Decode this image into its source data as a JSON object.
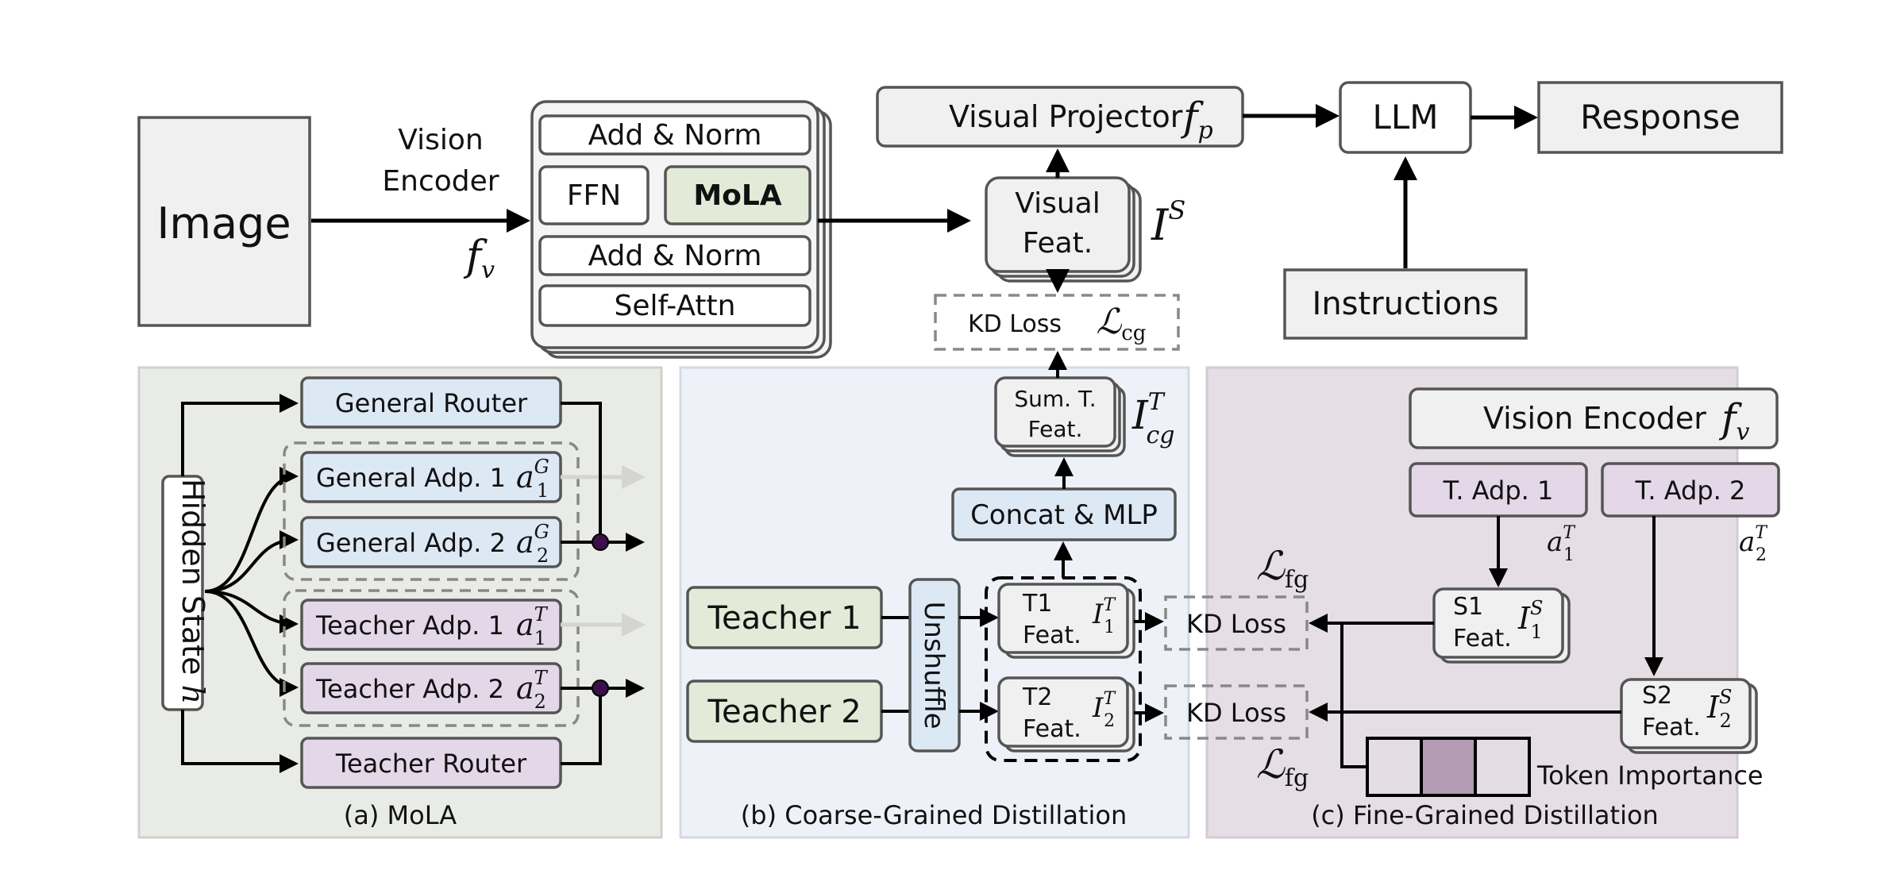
{
  "top": {
    "image": "Image",
    "vision_encoder": [
      "Vision",
      "Encoder"
    ],
    "fv": "f",
    "fv_sub": "v",
    "encoder_block": {
      "add_norm_top": "Add & Norm",
      "ffn": "FFN",
      "mola": "MoLA",
      "add_norm_bottom": "Add & Norm",
      "self_attn": "Self-Attn"
    },
    "visual_feat": [
      "Visual",
      "Feat."
    ],
    "is_label": "I",
    "is_sup": "S",
    "visual_projector": "Visual Projector",
    "fp": "f",
    "fp_sub": "p",
    "llm": "LLM",
    "response": "Response",
    "instructions": "Instructions",
    "kd_loss_cg": "KD Loss",
    "lcg": "ℒ",
    "lcg_sub": "cg"
  },
  "panel_a": {
    "caption": "(a) MoLA",
    "hidden_state": "Hidden State",
    "hidden_state_var": "h",
    "general_router": "General Router",
    "general_adp_1": "General Adp. 1",
    "general_adp_2": "General Adp. 2",
    "teacher_adp_1": "Teacher Adp. 1",
    "teacher_adp_2": "Teacher Adp. 2",
    "teacher_router": "Teacher Router",
    "a": "a",
    "sup_g": "G",
    "sup_t": "T",
    "sub_1": "1",
    "sub_2": "2"
  },
  "panel_b": {
    "caption": "(b) Coarse-Grained Distillation",
    "teacher_1": "Teacher 1",
    "teacher_2": "Teacher 2",
    "unshuffle": "Unshuffle",
    "t1_feat": [
      "T1",
      "Feat."
    ],
    "t2_feat": [
      "T2",
      "Feat."
    ],
    "concat_mlp": "Concat & MLP",
    "sum_t_feat": [
      "Sum. T.",
      "Feat."
    ],
    "icg": "I",
    "icg_sup": "T",
    "icg_sub": "cg",
    "i_sup": "T",
    "sub_1": "1",
    "sub_2": "2"
  },
  "panel_c": {
    "caption": "(c) Fine-Grained Distillation",
    "vision_encoder": "Vision Encoder",
    "fv": "f",
    "fv_sub": "v",
    "t_adp_1": "T. Adp. 1",
    "t_adp_2": "T. Adp. 2",
    "s1_feat": [
      "S1",
      "Feat."
    ],
    "s2_feat": [
      "S2",
      "Feat."
    ],
    "kd_loss": "KD Loss",
    "lfg": "ℒ",
    "lfg_sub": "fg",
    "token_importance": "Token Importance",
    "a": "a",
    "sup_t": "T",
    "i_sup": "S",
    "sub_1": "1",
    "sub_2": "2"
  },
  "colors": {
    "grey_box": "#f0f0f0",
    "mola_green": "#e3ebd8",
    "blue_box": "#dde8f5",
    "purple_box": "#e4d7e8",
    "panel_a_bg": "#e9ebe7",
    "panel_b_bg": "#eef2f8",
    "panel_c_bg": "#e5dee5",
    "token_mid": "#b39bb3",
    "token_side": "#e4dee4"
  }
}
